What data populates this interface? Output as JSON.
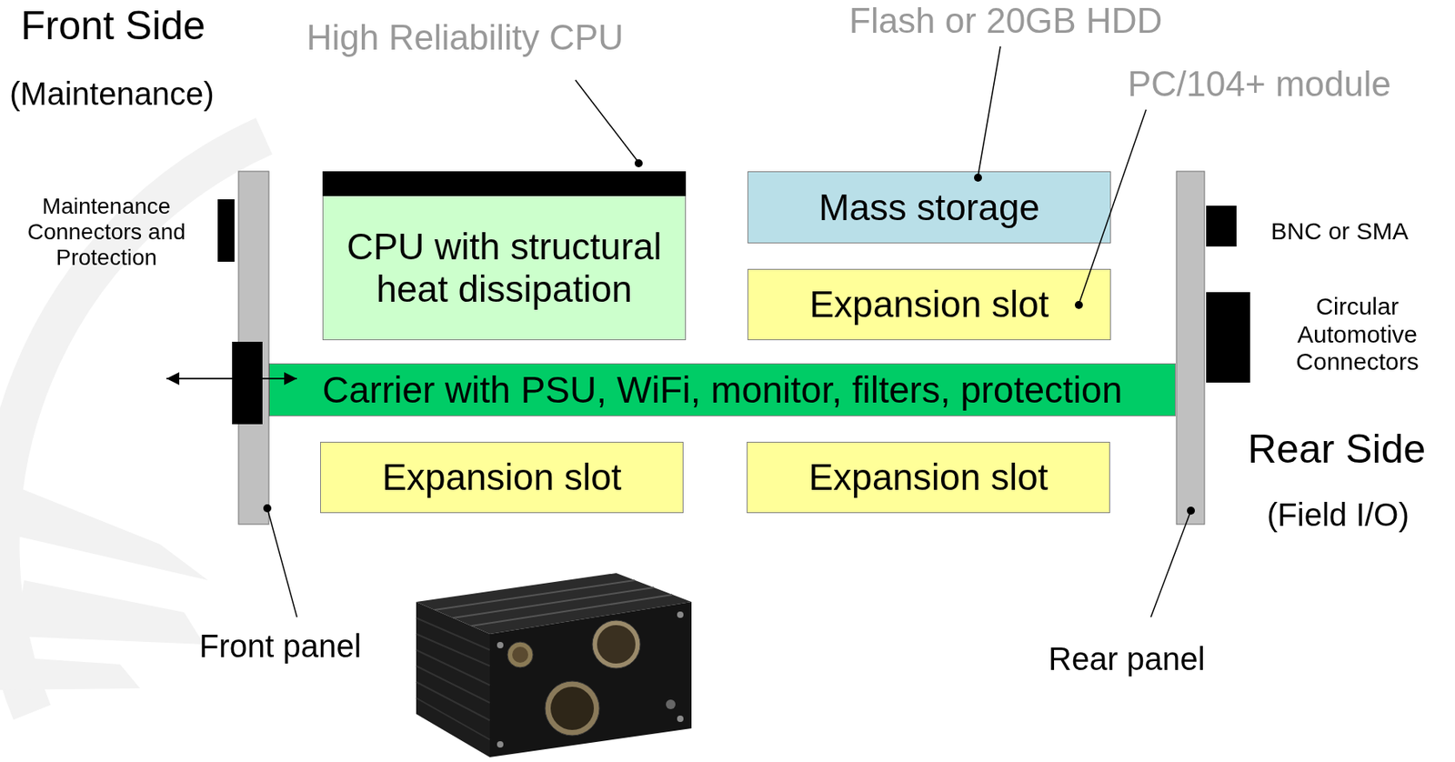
{
  "diagram": {
    "nodes": [
      {
        "text": [
          "CPU with structural heat dissipation"
        ]
      },
      {
        "text": [
          "Mass storage"
        ]
      },
      {
        "text": [
          "Expansion slot"
        ]
      },
      {
        "text": [
          "Carrier with PSU, WiFi, monitor, filters, protection"
        ]
      },
      {
        "text": [
          "Expansion slot"
        ]
      },
      {
        "text": [
          "Expansion slot"
        ]
      }
    ],
    "labels": [
      "Front Side",
      "(Maintenance)",
      "High Reliability CPU",
      "Flash or 20GB HDD",
      "PC/104+ module",
      "Maintenance Connectors and Protection",
      "BNC or SMA",
      "Circular Automotive Connectors",
      "Rear Side",
      "(Field I/O)",
      "Front panel",
      "Rear panel"
    ]
  }
}
